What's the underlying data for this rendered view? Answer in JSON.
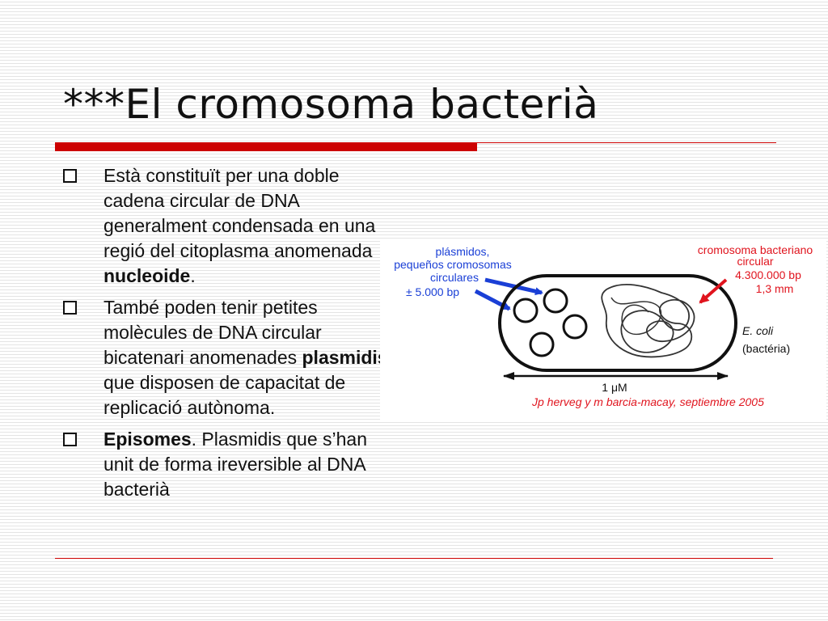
{
  "slide": {
    "title": "***El cromosoma bacterià"
  },
  "bullets": [
    {
      "text_before": "Està constituït per una doble cadena circular de DNA generalment condensada en una regió del citoplasma anomenada ",
      "bold": "nucleoide",
      "text_after": "."
    },
    {
      "text_before": " També poden tenir petites molècules de DNA circular bicatenari anomenades ",
      "bold": "plasmidis",
      "text_after": ", que disposen de capacitat de replicació autònoma."
    },
    {
      "text_before": "",
      "bold": "Episomes",
      "text_after": ". Plasmidis que s’han unit de forma ireversible al DNA bacterià"
    }
  ],
  "diagram": {
    "plasmid_label": [
      "plásmidos,",
      "pequeños cromosomas",
      "circulares",
      "± 5.000 bp"
    ],
    "chromosome_label": [
      "cromosoma bacteriano",
      "circular",
      "4.300.000 bp",
      "1,3 mm"
    ],
    "organism_name": "E. coli",
    "organism_type": "(bactéria)",
    "scale_label": "1 μM",
    "credit": "Jp herveg y m barcia-macay, septiembre 2005",
    "colors": {
      "blue": "#1a3fd6",
      "red": "#e0141e",
      "outline": "#111111"
    }
  }
}
